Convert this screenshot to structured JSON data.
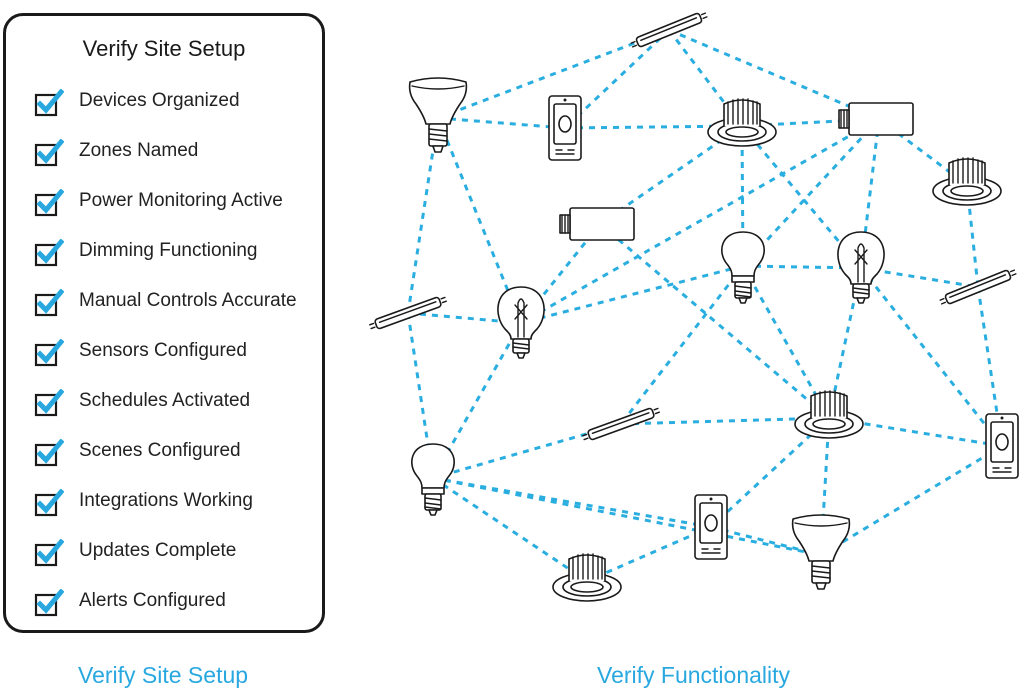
{
  "checklist": {
    "title": "Verify Site Setup",
    "items": [
      {
        "label": "Devices Organized",
        "checked": true
      },
      {
        "label": "Zones Named",
        "checked": true
      },
      {
        "label": "Power Monitoring Active",
        "checked": true
      },
      {
        "label": "Dimming Functioning",
        "checked": true
      },
      {
        "label": "Manual Controls Accurate",
        "checked": true
      },
      {
        "label": "Sensors Configured",
        "checked": true
      },
      {
        "label": "Schedules Activated",
        "checked": true
      },
      {
        "label": "Scenes Configured",
        "checked": true
      },
      {
        "label": "Integrations Working",
        "checked": true
      },
      {
        "label": "Updates Complete",
        "checked": true
      },
      {
        "label": "Alerts Configured",
        "checked": true
      }
    ]
  },
  "captions": {
    "left": "Verify Site Setup",
    "right": "Verify Functionality"
  },
  "colors": {
    "accent": "#29a8e0",
    "checkbox_border": "#1a1a1a",
    "check": "#29a8e0"
  },
  "network": {
    "device_icons": [
      "br-flood-bulb-icon",
      "wall-switch-icon",
      "recessed-downlight-icon",
      "inline-module-icon",
      "recessed-downlight-icon",
      "inline-module-icon",
      "a19-bulb-icon",
      "filament-bulb-icon",
      "tube-light-icon",
      "filament-bulb-icon",
      "tube-light-icon",
      "tube-light-icon",
      "recessed-downlight-icon",
      "wall-switch-icon",
      "a19-bulb-icon",
      "wall-switch-icon",
      "recessed-downlight-icon",
      "br-flood-bulb-icon",
      "tube-light-icon"
    ]
  }
}
